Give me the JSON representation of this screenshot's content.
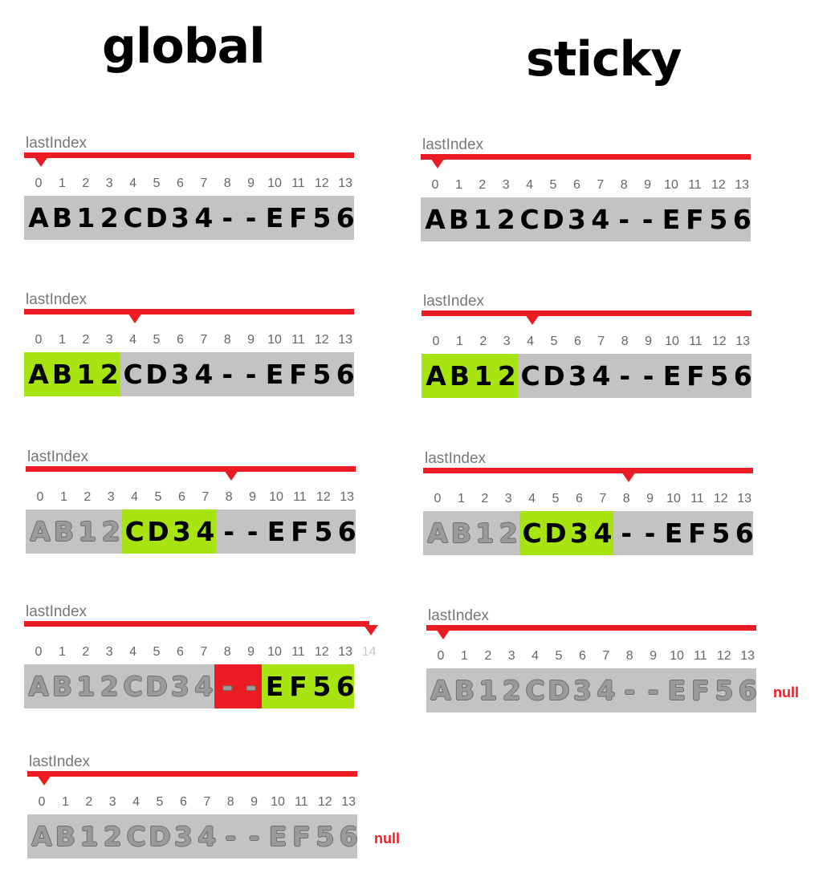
{
  "titles": {
    "global": "global",
    "sticky": "sticky"
  },
  "string": [
    "A",
    "B",
    "1",
    "2",
    "C",
    "D",
    "3",
    "4",
    "-",
    "-",
    "E",
    "F",
    "5",
    "6"
  ],
  "indices": [
    "0",
    "1",
    "2",
    "3",
    "4",
    "5",
    "6",
    "7",
    "8",
    "9",
    "10",
    "11",
    "12",
    "13"
  ],
  "colors": {
    "track": "#ec1c24",
    "match": "#a8e312",
    "skipped": "#ec1c24",
    "box": "#c3c3c3"
  },
  "global": [
    {
      "label": "lastIndex",
      "pointer": 0,
      "highlights": [],
      "dim_before": 0
    },
    {
      "label": "lastIndex",
      "pointer": 4,
      "highlights": [
        {
          "start": 0,
          "end": 4,
          "kind": "match"
        }
      ],
      "dim_before": 0
    },
    {
      "label": "lastIndex",
      "pointer": 8,
      "highlights": [
        {
          "start": 4,
          "end": 8,
          "kind": "match"
        }
      ],
      "dim_before": 4
    },
    {
      "label": "lastIndex",
      "pointer": 14,
      "extra_index": "14",
      "highlights": [
        {
          "start": 8,
          "end": 10,
          "kind": "skipped"
        },
        {
          "start": 10,
          "end": 14,
          "kind": "match"
        }
      ],
      "dim_before": 10
    },
    {
      "label": "lastIndex",
      "pointer": 0,
      "highlights": [],
      "dim_before": 14,
      "result": "null"
    }
  ],
  "sticky": [
    {
      "label": "lastIndex",
      "pointer": 0,
      "highlights": [],
      "dim_before": 0
    },
    {
      "label": "lastIndex",
      "pointer": 4,
      "highlights": [
        {
          "start": 0,
          "end": 4,
          "kind": "match"
        }
      ],
      "dim_before": 0
    },
    {
      "label": "lastIndex",
      "pointer": 8,
      "highlights": [
        {
          "start": 4,
          "end": 8,
          "kind": "match"
        }
      ],
      "dim_before": 4
    },
    {
      "label": "lastIndex",
      "pointer": 0,
      "highlights": [],
      "dim_before": 14,
      "result": "null"
    }
  ]
}
